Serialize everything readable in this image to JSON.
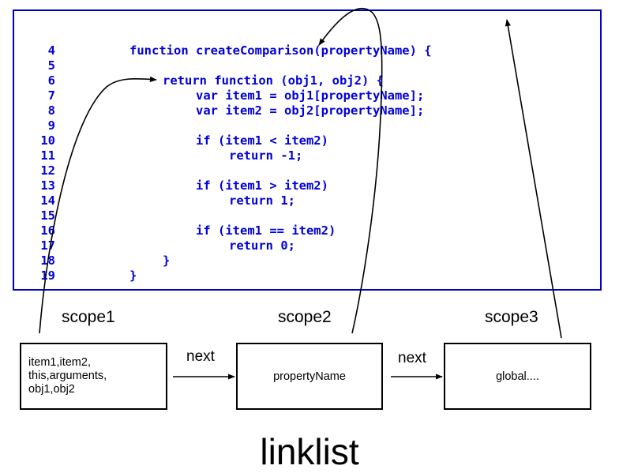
{
  "code": [
    {
      "num": "4",
      "text": "function createComparison(propertyName) {"
    },
    {
      "num": "5",
      "text": ""
    },
    {
      "num": "6",
      "text": "return function (obj1, obj2) {"
    },
    {
      "num": "7",
      "text": "var item1 = obj1[propertyName];"
    },
    {
      "num": "8",
      "text": "var item2 = obj2[propertyName];"
    },
    {
      "num": "9",
      "text": ""
    },
    {
      "num": "10",
      "text": "if (item1 < item2)"
    },
    {
      "num": "11",
      "text": "return -1;"
    },
    {
      "num": "12",
      "text": ""
    },
    {
      "num": "13",
      "text": "if (item1 > item2)"
    },
    {
      "num": "14",
      "text": "return 1;"
    },
    {
      "num": "15",
      "text": ""
    },
    {
      "num": "16",
      "text": "if (item1 == item2)"
    },
    {
      "num": "17",
      "text": "return 0;"
    },
    {
      "num": "18",
      "text": "}"
    },
    {
      "num": "19",
      "text": "}"
    }
  ],
  "scopes": [
    "scope1",
    "scope2",
    "scope3"
  ],
  "nodes": {
    "scope1": [
      "item1,item2,",
      "this,arguments,",
      "obj1,obj2"
    ],
    "scope2": "propertyName",
    "scope3": "global...."
  },
  "links": [
    "next",
    "next"
  ],
  "caption": "linklist",
  "colors": {
    "code": "#0000dd",
    "panel_border": "#0000c0",
    "ink": "#000000"
  }
}
